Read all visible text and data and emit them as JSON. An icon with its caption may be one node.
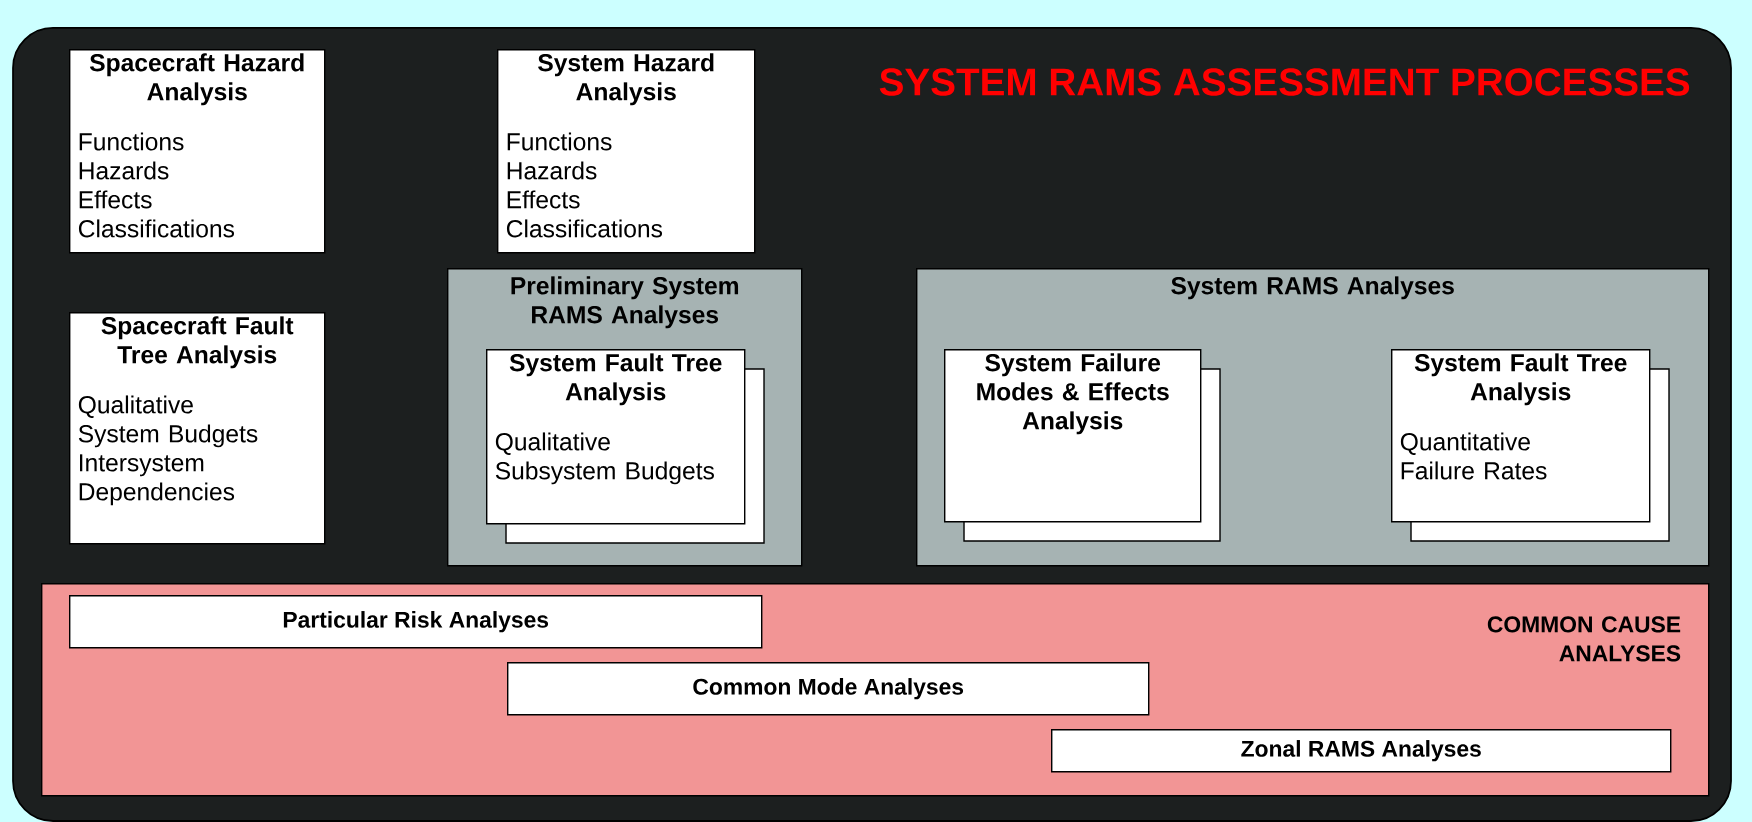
{
  "diagram": {
    "nodes": [
      {
        "text": [
          "SYSTEM RAMS ASSESSMENT PROCESSES"
        ]
      },
      {
        "text": [
          "Spacecraft Hazard Analysis",
          "Functions",
          "Hazards",
          "Effects",
          "Classifications"
        ],
        "in": 0
      },
      {
        "text": [
          "System Hazard Analysis",
          "Functions",
          "Hazards",
          "Effects",
          "Classifications"
        ],
        "in": 0
      },
      {
        "text": [
          "Spacecraft Fault Tree Analysis",
          "Qualitative",
          "System Budgets",
          "Intersystem Dependencies"
        ],
        "in": 0
      },
      {
        "text": [
          "Preliminary System RAMS Analyses"
        ],
        "in": 0
      },
      {
        "text": [
          "System Fault Tree Analysis",
          "Qualitative",
          "Subsystem Budgets"
        ],
        "in": 4
      },
      {
        "text": [
          "System RAMS Analyses"
        ],
        "in": 0
      },
      {
        "text": [
          "System Failure Modes & Effects Analysis"
        ],
        "in": 6
      },
      {
        "text": [
          "System Fault Tree Analysis",
          "Quantitative",
          "Failure Rates"
        ],
        "in": 6
      },
      {
        "text": [
          "COMMON CAUSE ANALYSES"
        ],
        "in": 0
      },
      {
        "text": [
          "Particular Risk Analyses"
        ],
        "in": 9
      },
      {
        "text": [
          "Common Mode Analyses"
        ],
        "in": 9
      },
      {
        "text": [
          "Zonal RAMS Analyses"
        ],
        "in": 9
      }
    ]
  }
}
